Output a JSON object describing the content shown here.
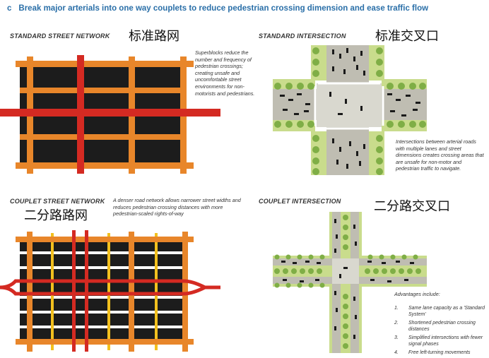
{
  "header": {
    "letter": "c",
    "title": "Break major arterials into one way couplets to reduce pedestrian crossing dimension and ease traffic flow"
  },
  "panels": {
    "standard_network": {
      "title": "STANDARD STREET NETWORK",
      "cn_label": "标准路网",
      "description": "Superblocks reduce the number and frequency of pedestrian crossings; creating unsafe and uncomfortable street environments for non-motorists and pedestrians."
    },
    "standard_intersection": {
      "title": "STANDARD INTERSECTION",
      "cn_label": "标准交叉口",
      "description": "Intersections between arterial roads with multiple lanes and street dimensions creates crossing areas that are unsafe for non-motor and pedestrian traffic to navigate."
    },
    "couplet_network": {
      "title": "COUPLET STREET NETWORK",
      "cn_label": "二分路路网",
      "description": "A denser road network allows narrower street widths and reduces pedestrian crossing distances with more pedestrian-scaled rights-of-way"
    },
    "couplet_intersection": {
      "title": "COUPLET INTERSECTION",
      "cn_label": "二分路交叉口",
      "advantages_title": "Advantages include:",
      "advantages": [
        {
          "num": "1.",
          "text": "Same lane capacity as a 'Standard System'"
        },
        {
          "num": "2.",
          "text": "Shortened pedestrian crossing distances"
        },
        {
          "num": "3.",
          "text": "Simplified intersections with fewer signal phases"
        },
        {
          "num": "4.",
          "text": "Free left-turning movements"
        }
      ]
    }
  },
  "colors": {
    "heading": "#2a6fa8",
    "block": "#1c1c1c",
    "orange_street": "#e8862a",
    "red_arterial": "#d42a22",
    "yellow_street": "#f2c01e",
    "white_lane": "#ffffff",
    "plaza": "#d9d8cf",
    "lawn": "#c9dc8c",
    "tree": "#7fae46",
    "car": "#1a1a1a"
  }
}
